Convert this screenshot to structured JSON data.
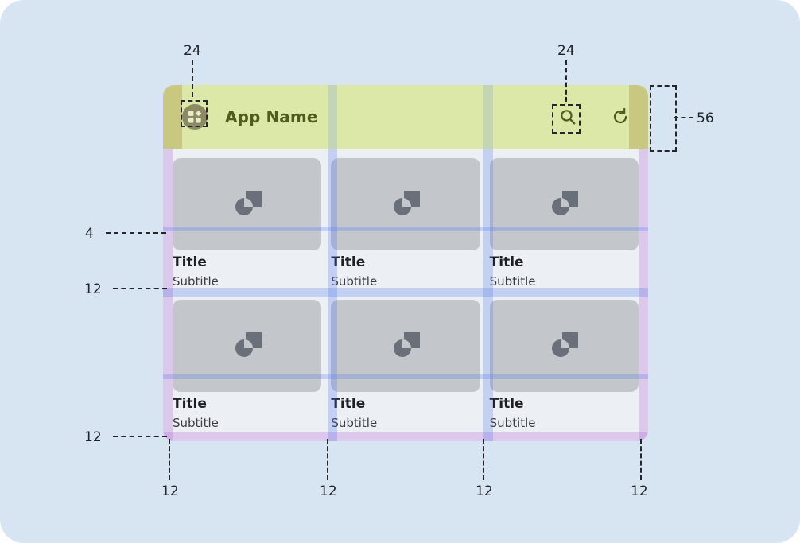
{
  "page": {
    "background_color": "#d7e5f2",
    "corner_radius": "30"
  },
  "app": {
    "frame": {
      "width": "610",
      "height": "448",
      "radius": "14"
    },
    "app_bar": {
      "height_spec": "56",
      "background_color": "#dbe8a8",
      "title": "App Name",
      "title_color": "#4e5c1e",
      "leading_icon": "app-grid-icon",
      "leading_padding_spec": "24",
      "actions": [
        {
          "name": "search-icon",
          "label": "Search",
          "padding_spec": "24"
        },
        {
          "name": "refresh-icon",
          "label": "Refresh"
        }
      ]
    },
    "grid": {
      "columns": 3,
      "rows": 2,
      "gutter_spec": "12",
      "margin_spec": "12",
      "media_to_text_spec": "4",
      "cards": [
        {
          "media": "image-placeholder-icon",
          "title": "Title",
          "subtitle": "Subtitle"
        },
        {
          "media": "image-placeholder-icon",
          "title": "Title",
          "subtitle": "Subtitle"
        },
        {
          "media": "image-placeholder-icon",
          "title": "Title",
          "subtitle": "Subtitle"
        },
        {
          "media": "image-placeholder-icon",
          "title": "Title",
          "subtitle": "Subtitle"
        },
        {
          "media": "image-placeholder-icon",
          "title": "Title",
          "subtitle": "Subtitle"
        },
        {
          "media": "image-placeholder-icon",
          "title": "Title",
          "subtitle": "Subtitle"
        }
      ]
    }
  },
  "annotations": {
    "top_left_24": "24",
    "top_right_24": "24",
    "right_56": "56",
    "left_4": "4",
    "left_12_row": "12",
    "left_12_bottom": "12",
    "bottom": [
      "12",
      "12",
      "12",
      "12"
    ]
  },
  "colors": {
    "canvas": "#d7e5f2",
    "app_bar": "#dbe8a8",
    "card_media": "#c3c6cb",
    "card_surface": "#eceff3",
    "padding_overlay": "#b46ed7",
    "gutter_overlay": "#5078eb",
    "bar_padding_overlay": "#96781e",
    "annotation_text": "#21242a"
  }
}
